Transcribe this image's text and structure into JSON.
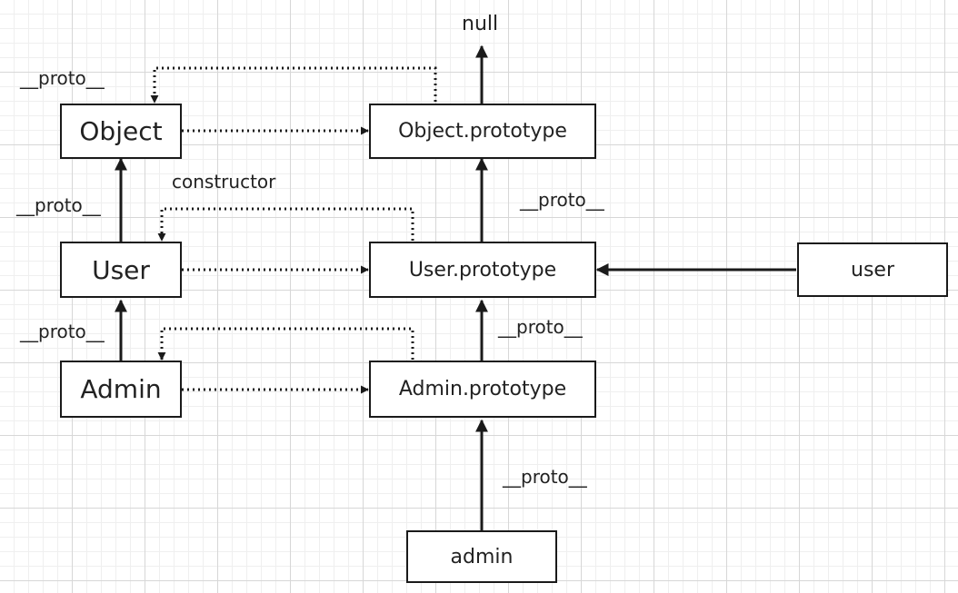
{
  "nodes": {
    "object": "Object",
    "user": "User",
    "admin": "Admin",
    "object_prototype": "Object.prototype",
    "user_prototype": "User.prototype",
    "admin_prototype": "Admin.prototype",
    "user_instance": "user",
    "admin_instance": "admin",
    "null": "null"
  },
  "labels": {
    "proto_object": "__proto__",
    "proto_user": "__proto__",
    "proto_admin": "__proto__",
    "proto_user_prototype": "__proto__",
    "proto_admin_prototype": "__proto__",
    "proto_admin_instance": "__proto__",
    "constructor": "constructor"
  },
  "colors": {
    "stroke": "#1a1a1a",
    "grid_major": "#d7d7d7",
    "grid_minor": "#efefef"
  }
}
